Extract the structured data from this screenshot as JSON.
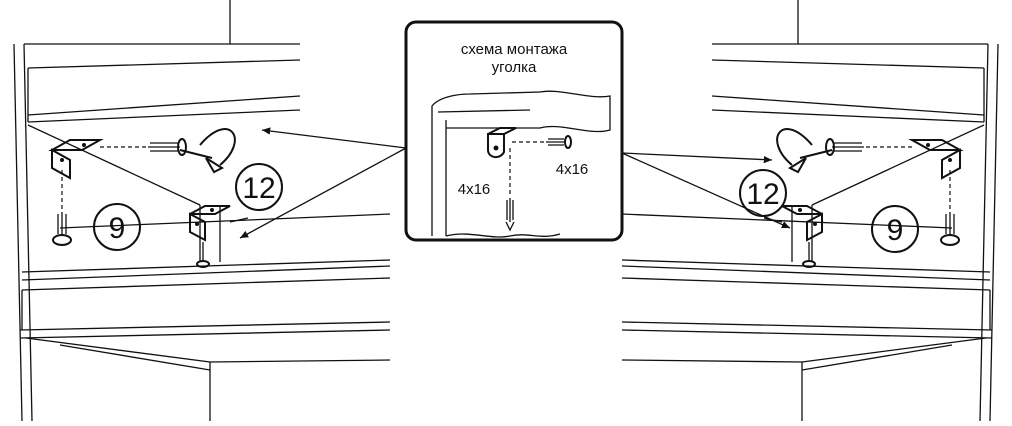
{
  "inset": {
    "title_line1": "схема монтажа",
    "title_line2": "уголка",
    "screw_size_vertical": "4x16",
    "screw_size_horizontal": "4x16"
  },
  "left_view": {
    "step_a": "12",
    "step_b": "9"
  },
  "right_view": {
    "step_a": "12",
    "step_b": "9"
  },
  "colors": {
    "line": "#111111",
    "background": "#ffffff"
  }
}
